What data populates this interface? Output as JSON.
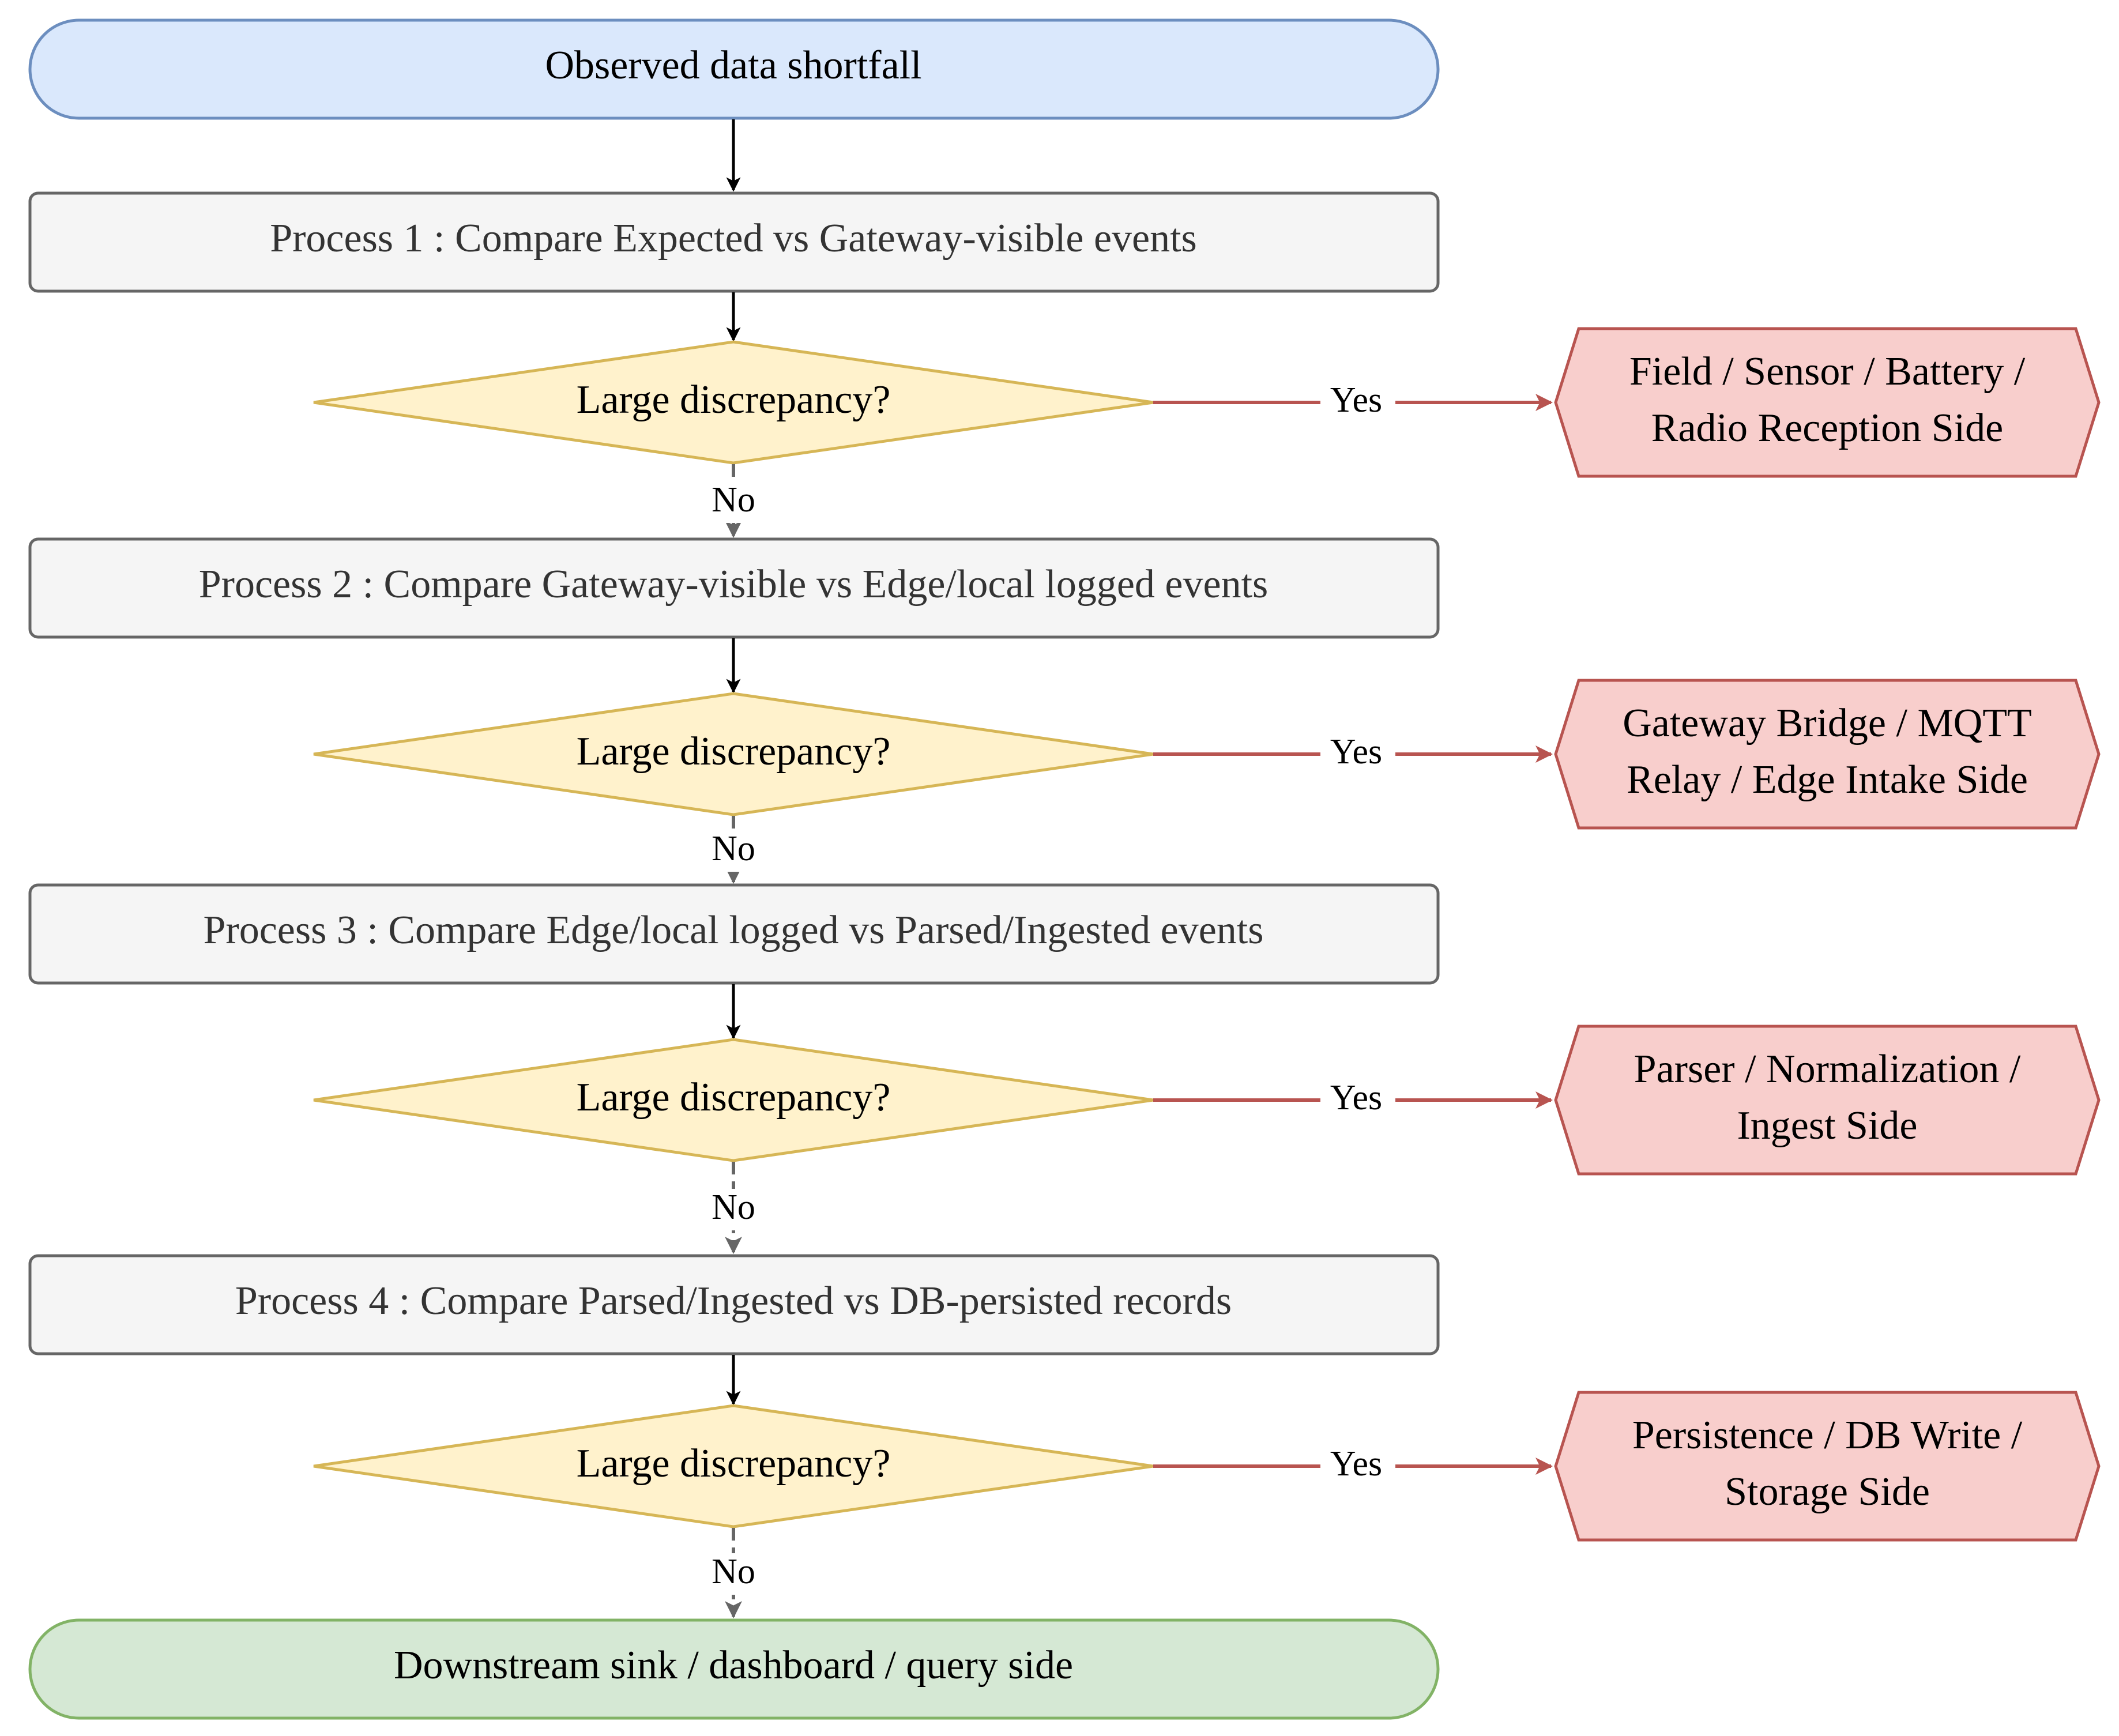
{
  "start": {
    "label": "Observed data shortfall",
    "fill": "#dae8fc",
    "stroke": "#6c8ebf"
  },
  "processes": [
    "Process 1 : Compare Expected vs Gateway-visible events",
    "Process 2 : Compare Gateway-visible vs Edge/local logged events",
    "Process 3 : Compare Edge/local logged vs Parsed/Ingested events",
    "Process 4 : Compare Parsed/Ingested vs DB-persisted records"
  ],
  "decision_label": "Large discrepancy?",
  "yes_label": "Yes",
  "no_label": "No",
  "outcomes": [
    [
      "Field / Sensor / Battery /",
      "Radio Reception Side"
    ],
    [
      "Gateway Bridge / MQTT",
      "Relay / Edge Intake Side"
    ],
    [
      "Parser / Normalization /",
      "Ingest Side"
    ],
    [
      "Persistence / DB Write /",
      "Storage Side"
    ]
  ],
  "end": {
    "label": "Downstream sink / dashboard / query side",
    "fill": "#d5e8d4",
    "stroke": "#82b366"
  },
  "colors": {
    "process_fill": "#f5f5f5",
    "process_stroke": "#666666",
    "decision_fill": "#fff2cc",
    "decision_stroke": "#d6b656",
    "outcome_fill": "#f8cecc",
    "outcome_stroke": "#b85450",
    "yes_edge": "#b85450",
    "no_edge": "#666666",
    "main_edge": "#000000"
  }
}
